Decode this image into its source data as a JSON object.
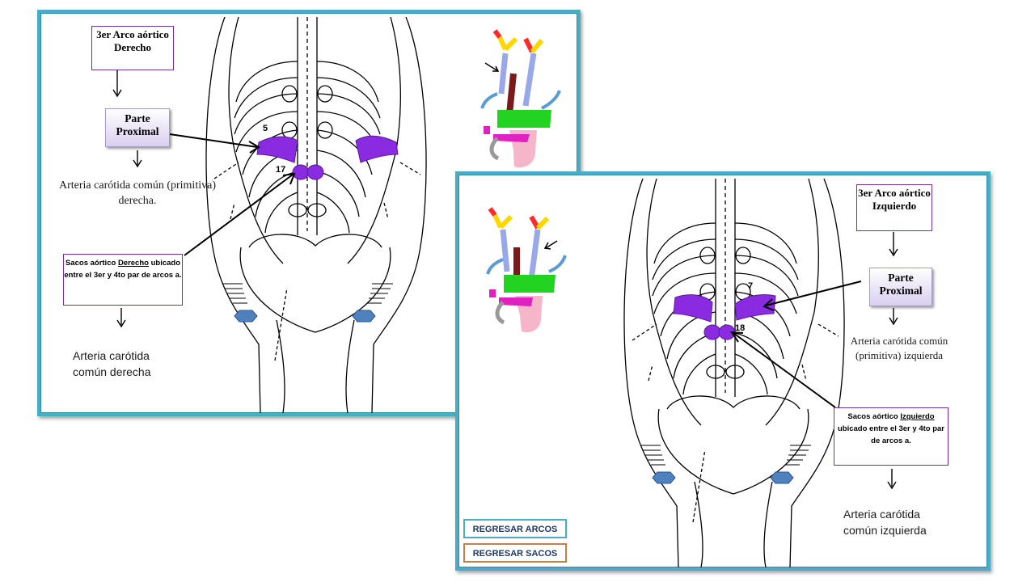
{
  "slide_left": {
    "arch_box": "3er Arco aórtico Derecho",
    "proximal_box": "Parte Proximal",
    "proximal_result": "Arteria carótida común (primitiva) derecha.",
    "sac_box_pre": "Sacos aórtico ",
    "sac_box_side": "Derecho",
    "sac_box_post": " ubicado entre el 3er y 4to par de arcos a.",
    "sac_result": "Arteria carótida común derecha",
    "label_arch": "5",
    "label_sac": "17"
  },
  "slide_right": {
    "arch_box": "3er Arco aórtico Izquierdo",
    "proximal_box": "Parte Proximal",
    "proximal_result": "Arteria carótida común (primitiva) izquierda",
    "sac_box_pre": "Sacos aórtico ",
    "sac_box_side": "Izquierdo",
    "sac_box_post": " ubicado entre el 3er y 4to par de arcos a.",
    "sac_result": "Arteria carótida común izquierda",
    "label_arch": "7",
    "label_sac": "18"
  },
  "nav": {
    "back_arches": "REGRESAR ARCOS",
    "back_sacs": "REGRESAR SACOS"
  },
  "colors": {
    "slide_border": "#4bacc6",
    "highlight": "#8a2be2",
    "box_border": "#7030a0",
    "btn_arcos_border": "#4bacc6",
    "btn_sacos_border": "#c0804a"
  }
}
